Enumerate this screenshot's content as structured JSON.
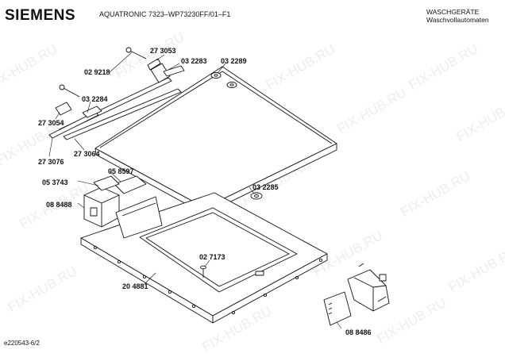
{
  "header": {
    "brand": "SIEMENS",
    "model": "AQUATRONIC 7323–WP73230FF/01–F1",
    "category_line1": "WASCHGERÄTE",
    "category_line2": "Waschvollautomaten"
  },
  "footer": {
    "code": "e220543-6/2"
  },
  "watermark": "FIX-HUB.RU",
  "parts": [
    "27 3053",
    "02 9218",
    "03 2283",
    "03 2289",
    "03 2284",
    "27 3054",
    "27 3064",
    "27 3076",
    "05 8597",
    "05 3743",
    "08 8488",
    "03 2285",
    "02 7173",
    "20 4881",
    "08 8486"
  ]
}
